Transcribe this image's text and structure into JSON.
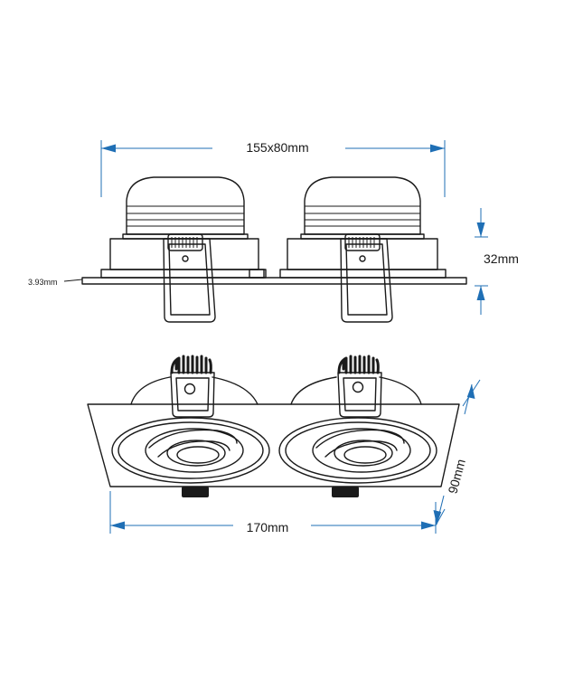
{
  "dimensions": {
    "top_width": "155x80mm",
    "height": "32mm",
    "flange": "3.93mm",
    "bottom_width": "170mm",
    "depth": "90mm"
  },
  "colors": {
    "line": "#1a1a1a",
    "dimension": "#1f6fb5",
    "background": "#ffffff"
  }
}
